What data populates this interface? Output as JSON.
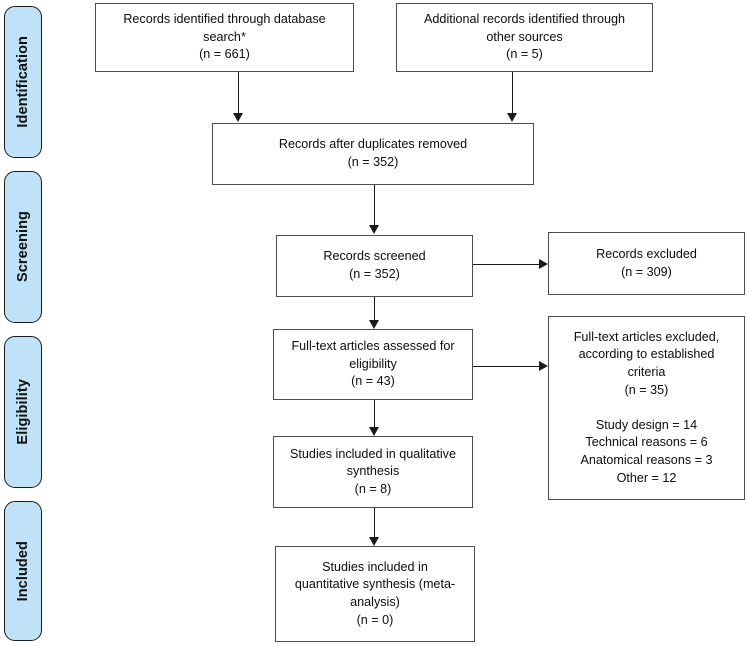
{
  "diagram": {
    "type": "prisma-flow-diagram",
    "stages": [
      {
        "id": "identification",
        "label": "Identification"
      },
      {
        "id": "screening",
        "label": "Screening"
      },
      {
        "id": "eligibility",
        "label": "Eligibility"
      },
      {
        "id": "included",
        "label": "Included"
      }
    ],
    "boxes": [
      {
        "id": "records-identified-database",
        "text": "Records identified through database\nsearch*\n(n = 661)",
        "n": 661
      },
      {
        "id": "records-identified-other",
        "text": "Additional records identified through\nother sources\n(n = 5)",
        "n": 5
      },
      {
        "id": "records-after-duplicates",
        "text": "Records after duplicates removed\n(n = 352)",
        "n": 352
      },
      {
        "id": "records-screened",
        "text": "Records screened\n(n = 352)",
        "n": 352
      },
      {
        "id": "records-excluded",
        "text": "Records excluded\n(n = 309)",
        "n": 309
      },
      {
        "id": "fulltext-assessed",
        "text": "Full-text articles assessed for\neligibility\n(n = 43)",
        "n": 43
      },
      {
        "id": "fulltext-excluded",
        "text": "Full-text articles excluded,\naccording to established\ncriteria\n(n = 35)\n\nStudy design = 14\nTechnical reasons = 6\nAnatomical reasons = 3\nOther = 12",
        "n": 35,
        "reasons": [
          {
            "label": "Study design",
            "count": 14
          },
          {
            "label": "Technical reasons",
            "count": 6
          },
          {
            "label": "Anatomical reasons",
            "count": 3
          },
          {
            "label": "Other",
            "count": 12
          }
        ]
      },
      {
        "id": "studies-qualitative",
        "text": "Studies included in qualitative\nsynthesis\n(n = 8)",
        "n": 8
      },
      {
        "id": "studies-quantitative",
        "text": "Studies included in\nquantitative synthesis (meta-\nanalysis)\n(n = 0)",
        "n": 0
      }
    ],
    "colors": {
      "stage_pill_fill": "#bfe2f8",
      "stage_pill_border": "#1b1b1b",
      "box_border": "#4d4d4d",
      "connector": "#1a1a1a",
      "background": "#ffffff",
      "text": "#0d0d0d"
    }
  }
}
